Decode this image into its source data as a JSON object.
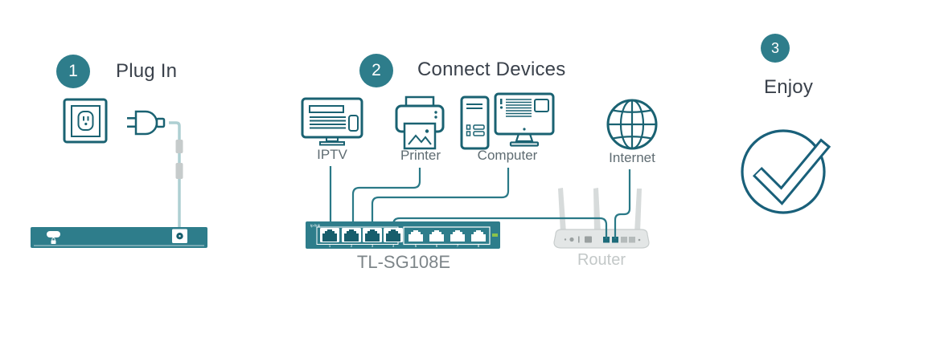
{
  "steps": [
    {
      "number": "1",
      "label": "Plug In"
    },
    {
      "number": "2",
      "label": "Connect Devices"
    },
    {
      "number": "3",
      "label": "Enjoy"
    }
  ],
  "devices": {
    "iptv": "IPTV",
    "printer": "Printer",
    "computer": "Computer",
    "internet": "Internet"
  },
  "switch": {
    "brand": "tp-link",
    "model": "TL-SG108E",
    "ports": [
      "1",
      "2",
      "3",
      "4",
      "5",
      "6",
      "7",
      "8"
    ]
  },
  "router": {
    "label": "Router"
  },
  "colors": {
    "accent_teal": "#2e7d8b",
    "icon_stroke": "#1a6272",
    "cable_teal": "#2a7987",
    "text_dark": "#3a414b",
    "label_gray": "#5f6c72",
    "model_gray": "#7d8589",
    "router_gray": "#c3c8c8",
    "led_green": "#8bc34a"
  }
}
